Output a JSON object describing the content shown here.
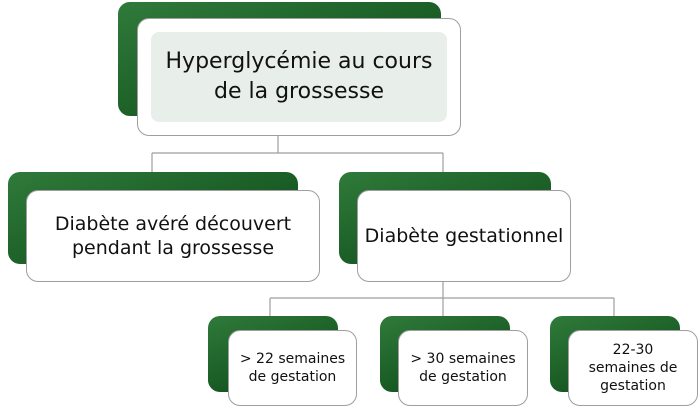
{
  "diagram": {
    "root": {
      "label": "Hyperglycémie au cours de la grossesse"
    },
    "level1": [
      {
        "label": "Diabète avéré découvert pendant la grossesse"
      },
      {
        "label": "Diabète gestationnel"
      }
    ],
    "level2": [
      {
        "label": "> 22 semaines de gestation"
      },
      {
        "label": "> 30 semaines de gestation"
      },
      {
        "label": "22-30 semaines de gestation"
      }
    ]
  },
  "colors": {
    "accent_green": "#1b5e26",
    "border_gray": "#9e9e9e",
    "root_fill": "#e8eeea"
  }
}
